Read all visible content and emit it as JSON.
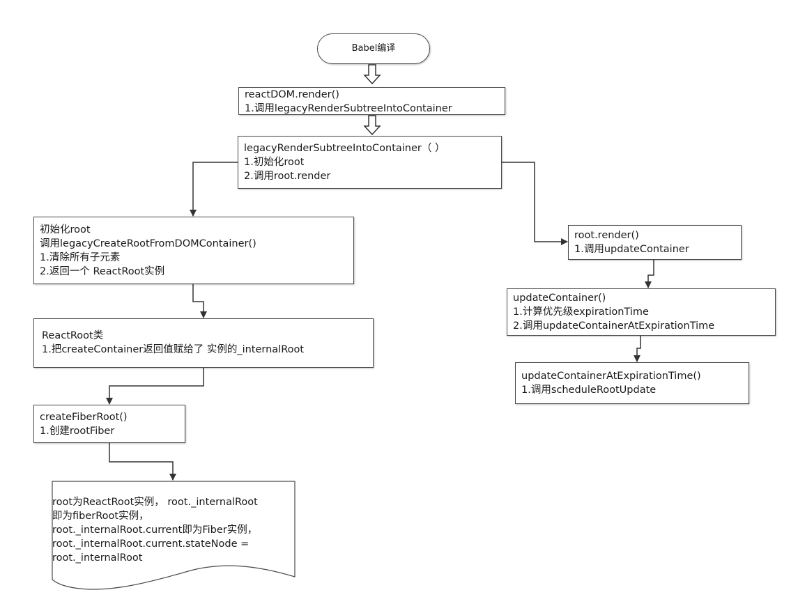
{
  "colors": {
    "border": "#4a4a4a",
    "connector": "#333333",
    "background": "#ffffff"
  },
  "nodes": {
    "babel": {
      "label": "Babel编译"
    },
    "react_dom_render": {
      "title": "reactDOM.render()",
      "lines": [
        "1.调用legacyRenderSubtreeIntoContainer"
      ]
    },
    "legacy_render": {
      "title": "legacyRenderSubtreeIntoContainer（ ）",
      "lines": [
        "1.初始化root",
        "2.调用root.render"
      ]
    },
    "init_root": {
      "title": "初始化root",
      "lines": [
        "调用legacyCreateRootFromDOMContainer()",
        "1.清除所有子元素",
        "2.返回一个 ReactRoot实例"
      ]
    },
    "react_root_class": {
      "title": "ReactRoot类",
      "lines": [
        "1.把createContainer返回值赋给了 实例的_internalRoot"
      ]
    },
    "create_fiber_root": {
      "title": "createFiberRoot()",
      "lines": [
        "1.创建rootFiber"
      ]
    },
    "note": {
      "lines": [
        " root为ReactRoot实例， root._internalRoot",
        "即为fiberRoot实例，",
        "root._internalRoot.current即为Fiber实例，",
        "root._internalRoot.current.stateNode =",
        "root._internalRoot"
      ]
    },
    "root_render": {
      "title": "root.render()",
      "lines": [
        "1.调用updateContainer"
      ]
    },
    "update_container": {
      "title": "updateContainer()",
      "lines": [
        "1.计算优先级expirationTime",
        "2.调用updateContainerAtExpirationTime"
      ]
    },
    "update_container_at_exp": {
      "title": "updateContainerAtExpirationTime()",
      "lines": [
        "1.调用scheduleRootUpdate"
      ]
    }
  }
}
